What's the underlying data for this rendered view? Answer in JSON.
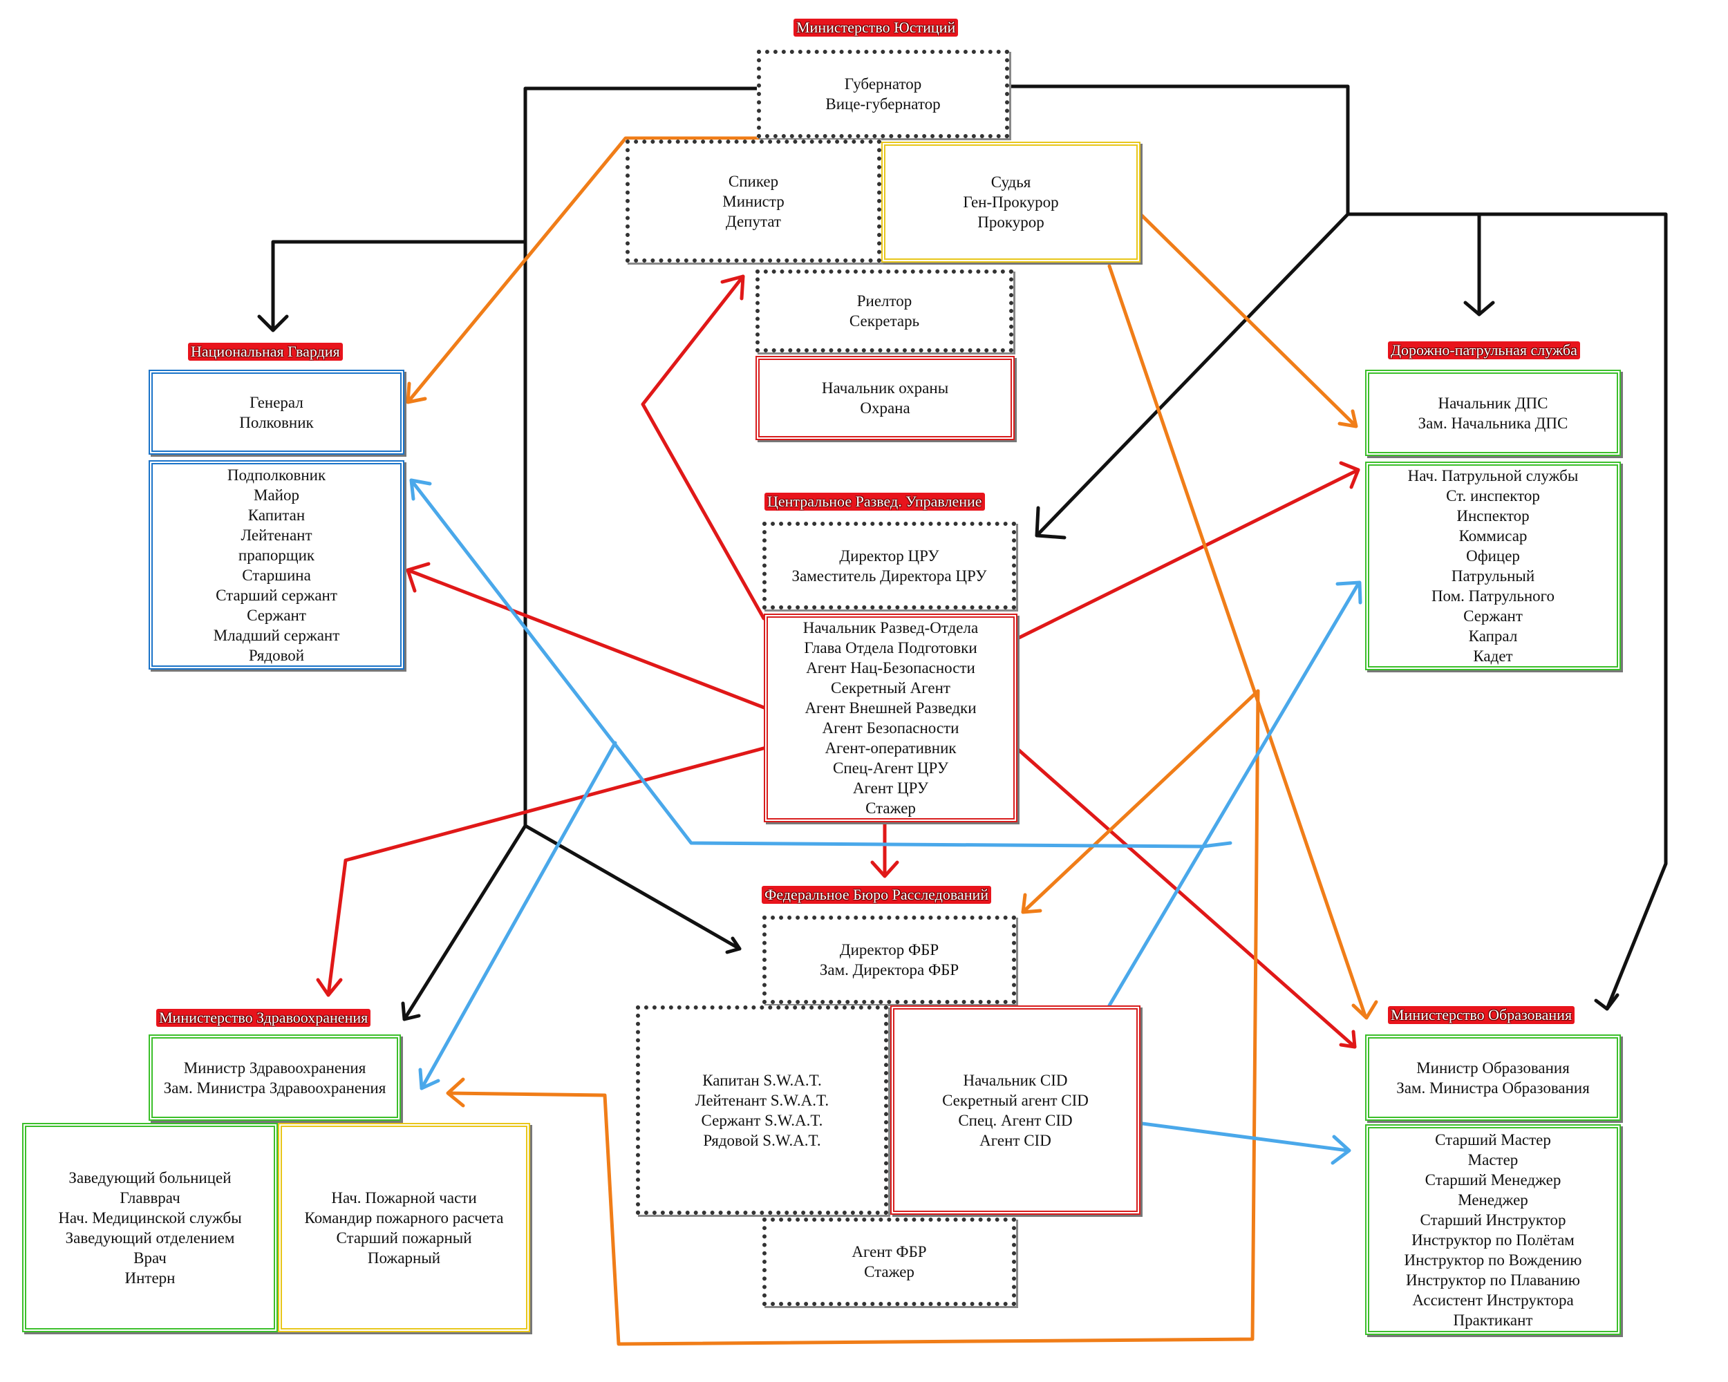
{
  "titles": {
    "justice": "Министерство Юстиций",
    "guard": "Национальная Гвардия",
    "dps": "Дорожно-патрульная служба",
    "cia": "Центральное Развед. Управление",
    "fbi": "Федеральное Бюро Расследований",
    "health": "Министерство Здравоохранения",
    "edu": "Министерство Образования"
  },
  "boxes": {
    "governor": [
      "Губернатор",
      "Вице-губернатор"
    ],
    "speaker": [
      "Спикер",
      "Министр",
      "Депутат"
    ],
    "judge": [
      "Судья",
      "Ген-Прокурор",
      "Прокурор"
    ],
    "realtor": [
      "Риелтор",
      "Секретарь"
    ],
    "security": [
      "Начальник охраны",
      "Охрана"
    ],
    "guard_top": [
      "Генерал",
      "Полковник"
    ],
    "guard_ranks": [
      "Подполковник",
      "Майор",
      "Капитан",
      "Лейтенант",
      "прапорщик",
      "Старшина",
      "Старший сержант",
      "Сержант",
      "Младший сержант",
      "Рядовой"
    ],
    "dps_top": [
      "Начальник ДПС",
      "Зам. Начальника ДПС"
    ],
    "dps_ranks": [
      "Нач. Патрульной службы",
      "Ст. инспектор",
      "Инспектор",
      "Коммисар",
      "Офицер",
      "Патрульный",
      "Пом. Патрульного",
      "Сержант",
      "Капрал",
      "Кадет"
    ],
    "cia_top": [
      "Директор ЦРУ",
      "Заместитель Директора ЦРУ"
    ],
    "cia_ranks": [
      "Начальник Развед-Отдела",
      "Глава Отдела Подготовки",
      "Агент Нац-Безопасности",
      "Секретный Агент",
      "Агент Внешней Разведки",
      "Агент Безопасности",
      "Агент-оперативник",
      "Спец-Агент ЦРУ",
      "Агент ЦРУ",
      "Стажер"
    ],
    "fbi_top": [
      "Директор ФБР",
      "Зам. Директора ФБР"
    ],
    "swat": [
      "Капитан S.W.A.T.",
      "Лейтенант S.W.A.T.",
      "Сержант S.W.A.T.",
      "Рядовой S.W.A.T."
    ],
    "cid": [
      "Начальник CID",
      "Секретный агент CID",
      "Спец. Агент CID",
      "Агент CID"
    ],
    "fbi_agents": [
      "Агент ФБР",
      "Стажер"
    ],
    "health_top": [
      "Министр Здравоохранения",
      "Зам. Министра Здравоохранения"
    ],
    "hospital": [
      "Заведующий больницей",
      "Главврач",
      "Нач. Медицинской службы",
      "Заведующий отделением",
      "Врач",
      "Интерн"
    ],
    "fire": [
      "Нач. Пожарной части",
      "Командир пожарного расчета",
      "Старший пожарный",
      "Пожарный"
    ],
    "edu_top": [
      "Министр Образования",
      "Зам. Министра Образования"
    ],
    "edu_ranks": [
      "Старший Мастер",
      "Мастер",
      "Старший Менеджер",
      "Менеджер",
      "Старший Инструктор",
      "Инструктор по Полётам",
      "Инструктор по Вождению",
      "Инструктор по Плаванию",
      "Ассистент Инструктора",
      "Практикант"
    ]
  },
  "colors": {
    "black": "#111111",
    "red": "#e01818",
    "orange": "#f07d18",
    "blue": "#4aa8ea",
    "border_blue": "#1a73c8",
    "border_green": "#3bbf2a",
    "border_red": "#d81c1c",
    "border_yellow": "#e8c61a"
  }
}
